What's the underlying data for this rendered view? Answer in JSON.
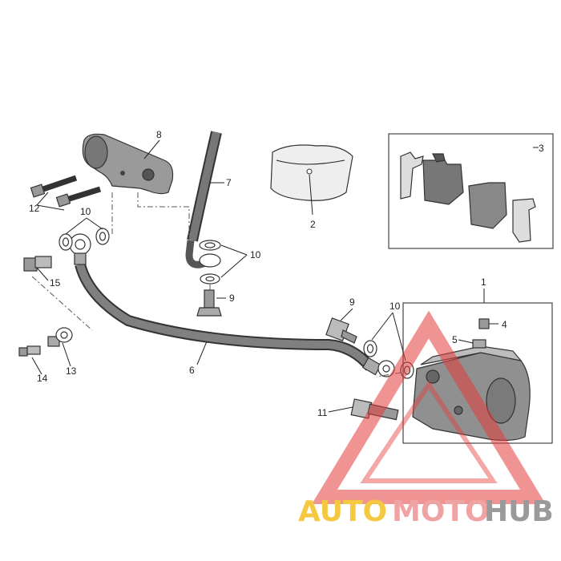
{
  "callouts": {
    "c1": "1",
    "c2": "2",
    "c3": "3",
    "c4": "4",
    "c5": "5",
    "c6": "6",
    "c7": "7",
    "c8": "8",
    "c9a": "9",
    "c9b": "9",
    "c10a": "10",
    "c10b": "10",
    "c10c": "10",
    "c11": "11",
    "c12": "12",
    "c13": "13",
    "c14": "14",
    "c15": "15"
  },
  "watermark": {
    "part1": "AUTO",
    "part2": "MOTO",
    "part3": "HUB",
    "colors": {
      "auto": "#f5c842",
      "moto": "#f0a3a3",
      "hub": "#9a9a9a",
      "triangle": "#e43b3b"
    }
  }
}
